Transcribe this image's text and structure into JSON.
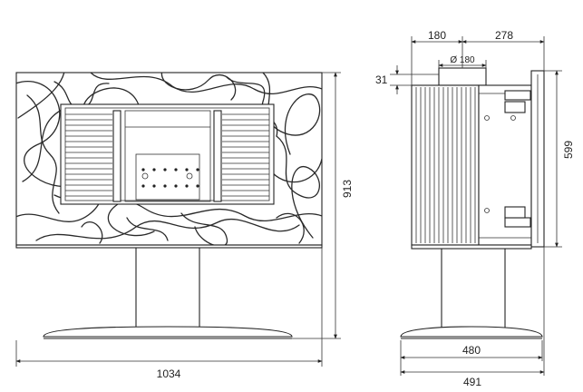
{
  "front_view": {
    "width_label": "1034",
    "height_label": "913"
  },
  "side_view": {
    "flue_offset_label": "180",
    "rear_depth_label": "278",
    "flue_diameter_label": "Ø 180",
    "top_offset_label": "31",
    "body_height_label": "599",
    "base_depth_label": "480",
    "overall_depth_label": "491"
  },
  "colors": {
    "line": "#222222",
    "background": "#ffffff"
  }
}
